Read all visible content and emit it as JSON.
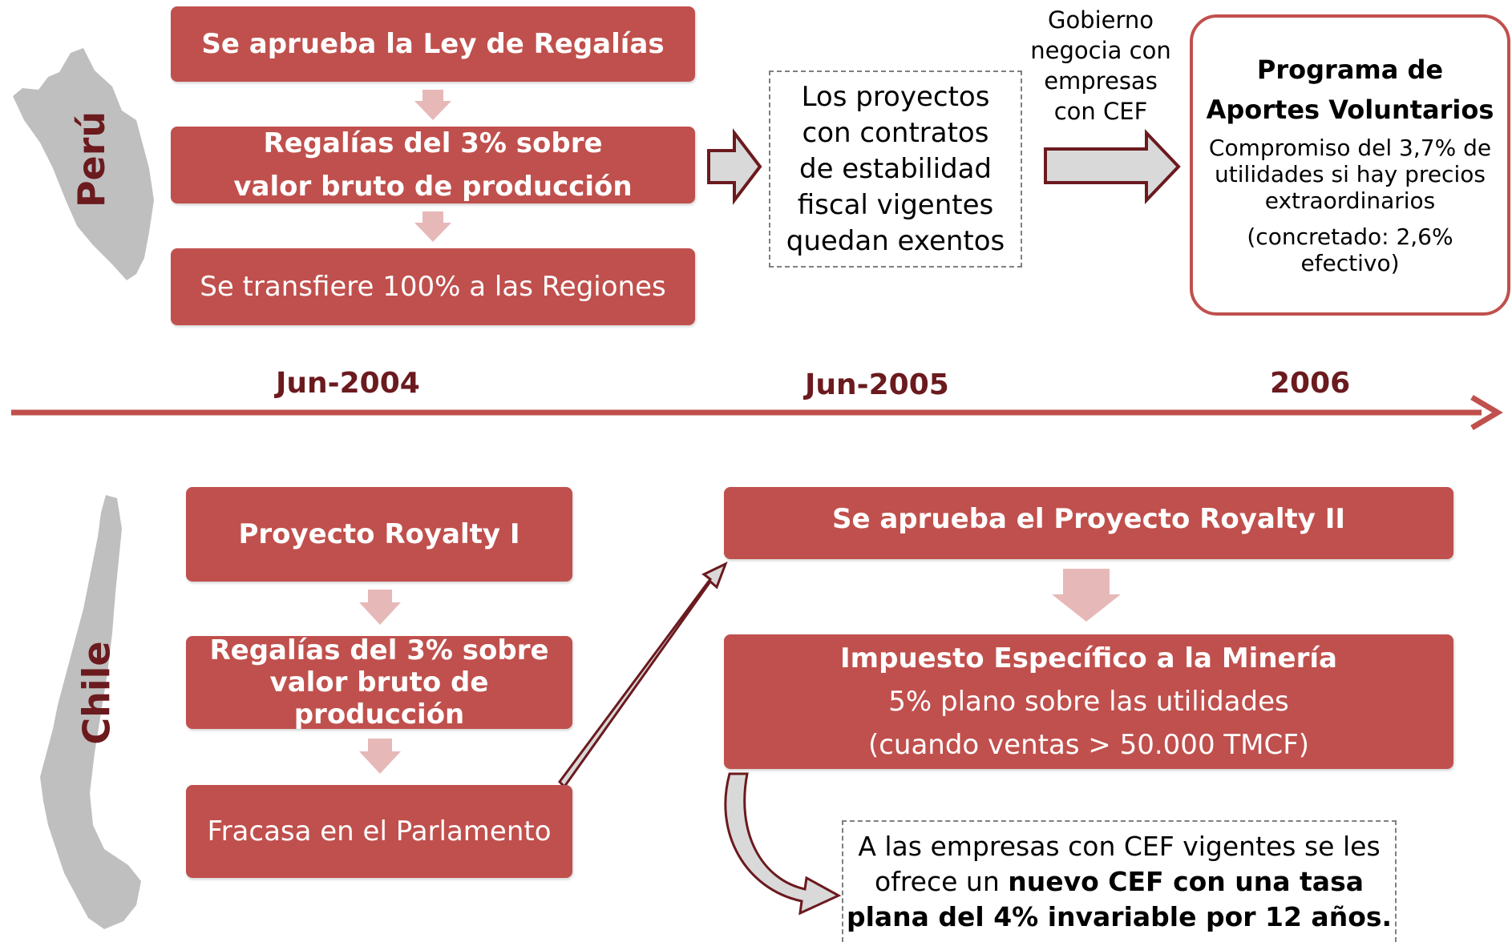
{
  "peru": {
    "country": "Perú",
    "box1": "Se aprueba la Ley de Regalías",
    "box2_line1": "Regalías del 3% sobre",
    "box2_line2": "valor bruto de producción",
    "box3": "Se transfiere 100% a las Regiones",
    "exempt_lines": [
      "Los proyectos",
      "con contratos",
      "de estabilidad",
      "fiscal vigentes",
      "quedan exentos"
    ],
    "gov_lines": [
      "Gobierno",
      "negocia con",
      "empresas",
      "con CEF"
    ],
    "program_title_1": "Programa de",
    "program_title_2": "Aportes Voluntarios",
    "program_desc": "Compromiso del 3,7% de utilidades si hay precios extraordinarios",
    "program_note": "(concretado: 2,6% efectivo)"
  },
  "timeline": {
    "dates": [
      "Jun-2004",
      "Jun-2005",
      "2006"
    ]
  },
  "chile": {
    "country": "Chile",
    "box1": "Proyecto Royalty I",
    "box2_line1": "Regalías del 3% sobre",
    "box2_line2": "valor bruto de producción",
    "box3": "Fracasa en el Parlamento",
    "royalty2": "Se aprueba el Proyecto Royalty II",
    "tax_title": "Impuesto Específico a la Minería",
    "tax_line1": "5% plano sobre las utilidades",
    "tax_line2": "(cuando ventas > 50.000 TMCF)",
    "cef_text_1": "A las empresas con CEF vigentes se les",
    "cef_text_2": "ofrece un ",
    "cef_bold_2": "nuevo CEF con una tasa",
    "cef_bold_3": "plana del 4% invariable por 12 años."
  },
  "colors": {
    "box": "#c0504d",
    "dark_red": "#6b1a1e",
    "map_gray": "#bfbfbf",
    "arrow_fill": "#d9d9d9"
  }
}
